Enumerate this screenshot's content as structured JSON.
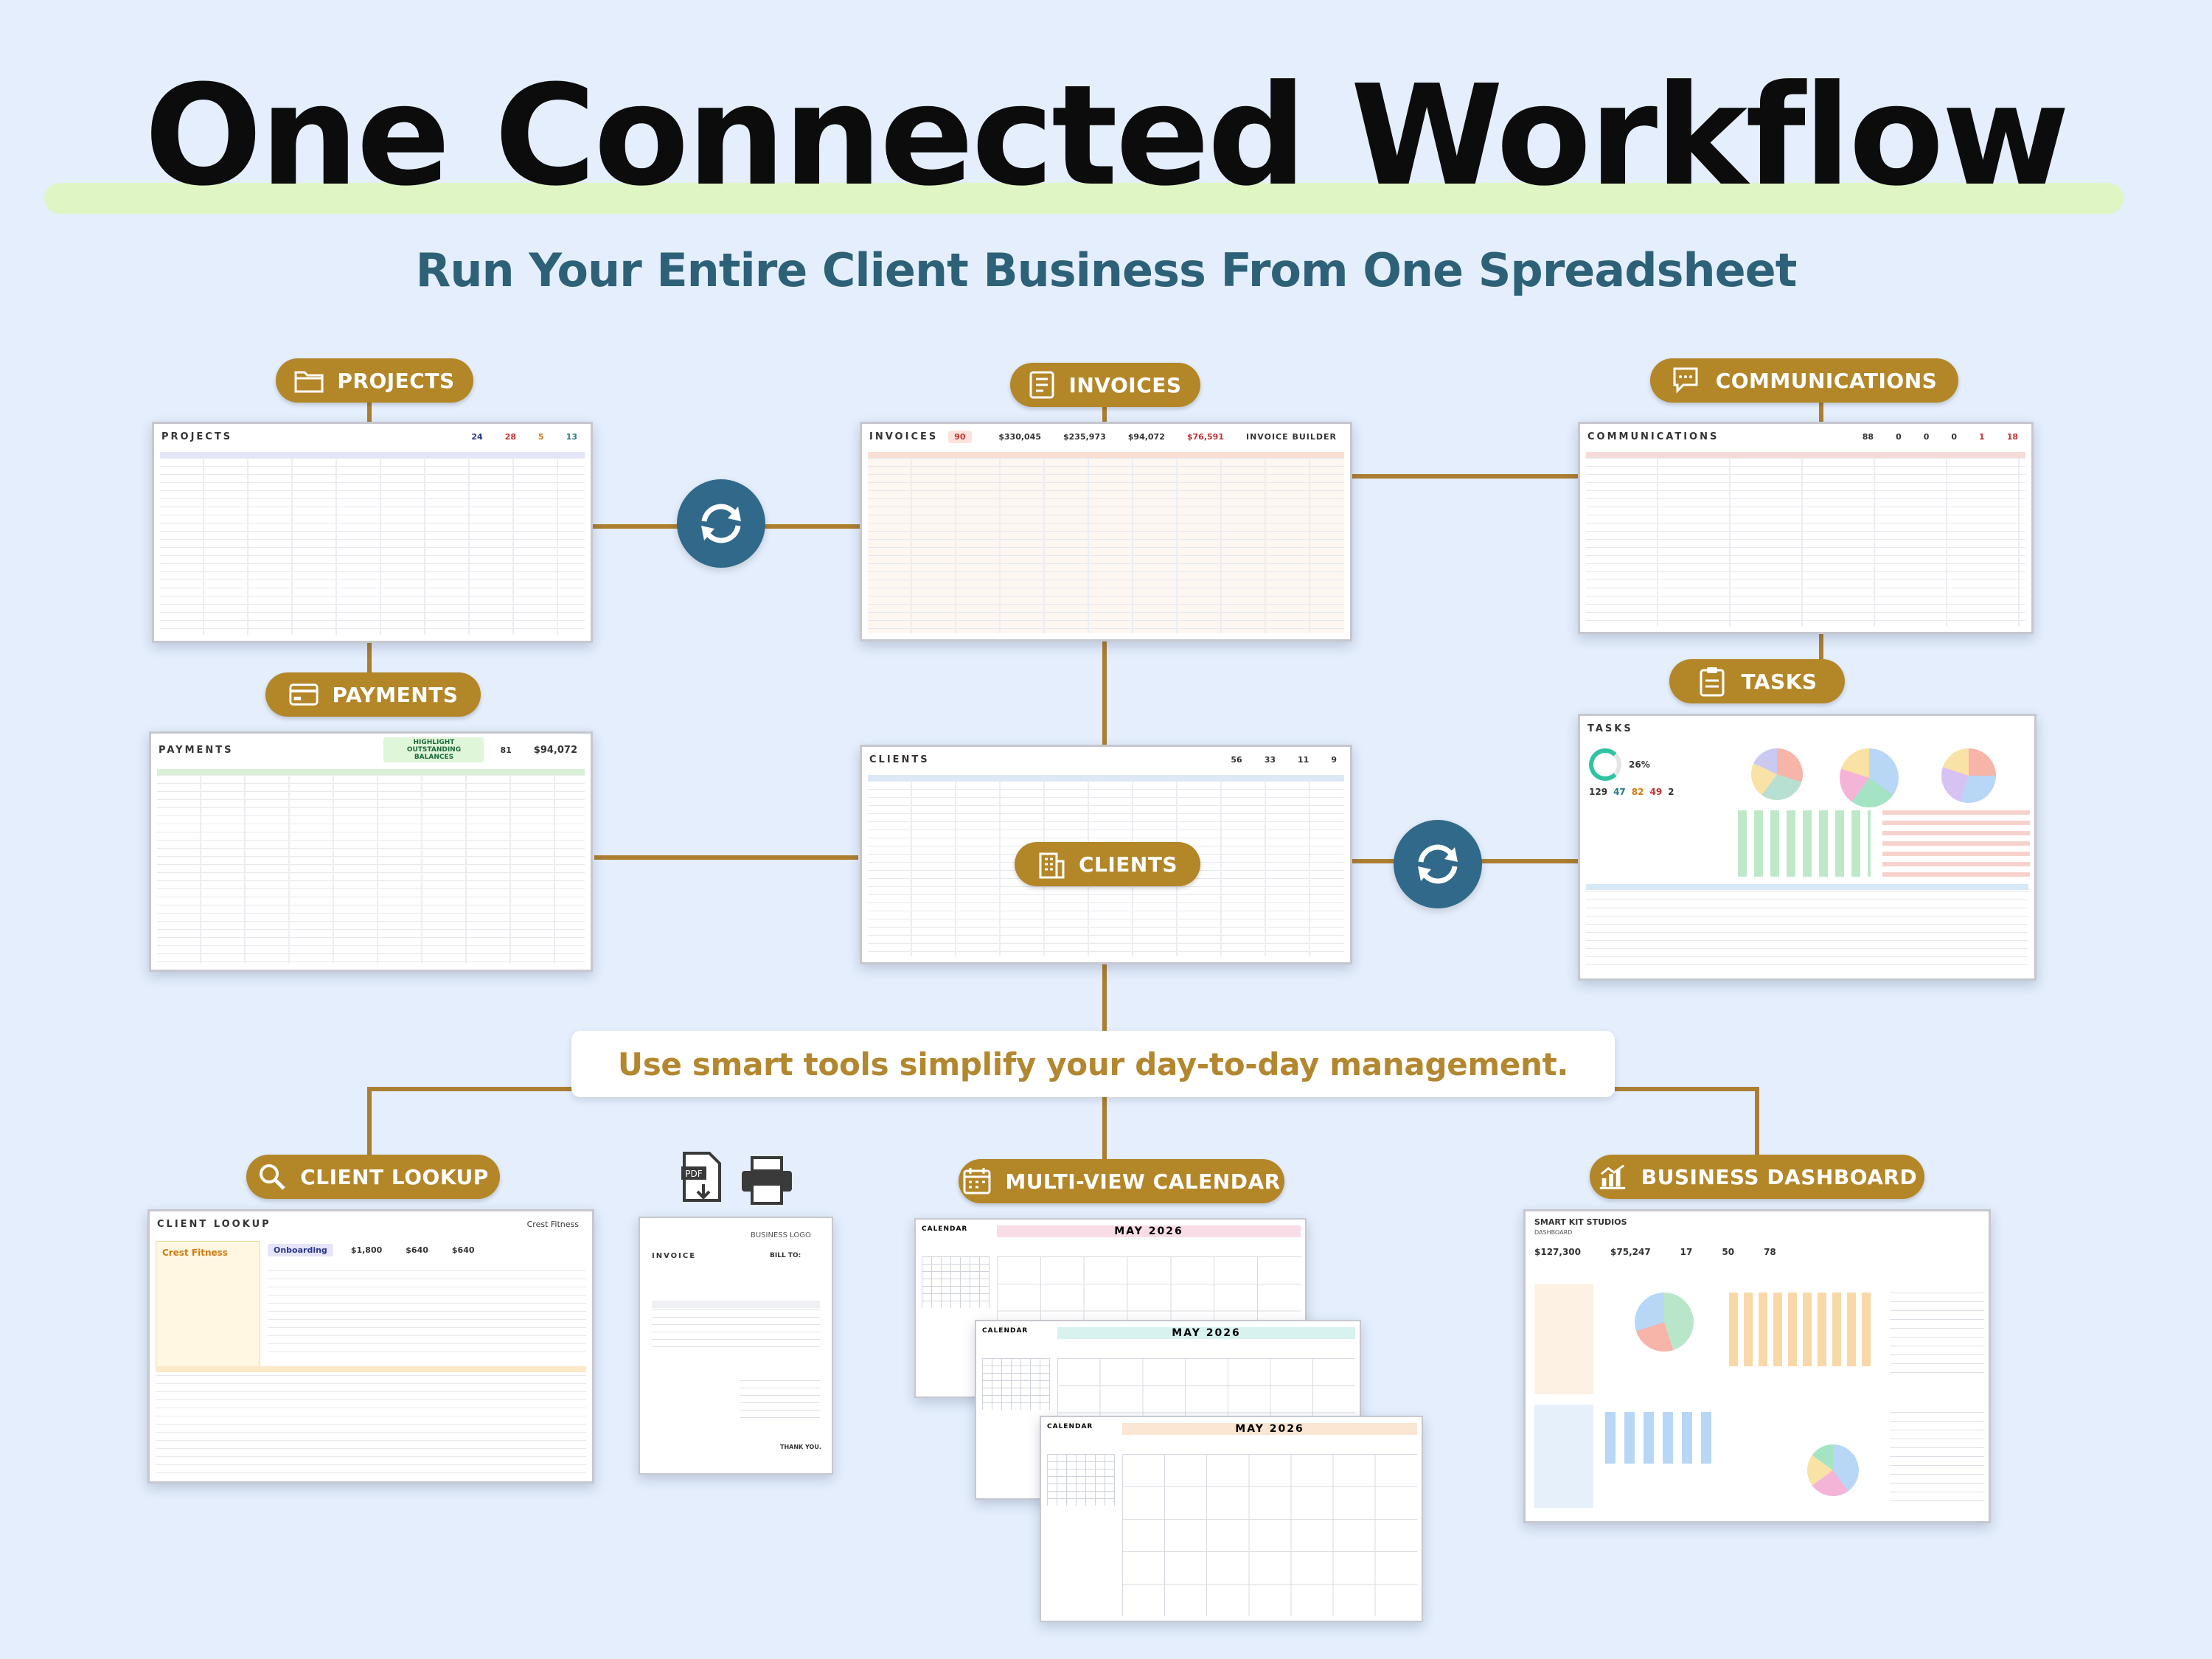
{
  "headline": "One Connected Workflow",
  "subheadline": "Run Your Entire Client Business From One Spreadsheet",
  "banner": "Use smart tools simplify your day-to-day management.",
  "colors": {
    "background": "#e4eefc",
    "pill": "#b38628",
    "connector": "#ac7e32",
    "sync": "#30698a",
    "subheadline": "#2d6178",
    "banner_text": "#b3872f",
    "highlight": "#dff6c4"
  },
  "modules": {
    "projects": {
      "label": "PROJECTS",
      "icon": "folder-icon",
      "sheet_title": "PROJECTS",
      "stats": [
        "24",
        "28",
        "5",
        "13"
      ]
    },
    "invoices": {
      "label": "INVOICES",
      "icon": "invoice-icon",
      "sheet_title": "INVOICES",
      "stats": [
        "90",
        "$330,045",
        "$235,973",
        "$94,072",
        "$76,591"
      ],
      "builder": "INVOICE BUILDER"
    },
    "communications": {
      "label": "COMMUNICATIONS",
      "icon": "chat-icon",
      "sheet_title": "COMMUNICATIONS",
      "stats": [
        "88",
        "0",
        "0",
        "0",
        "1",
        "18"
      ]
    },
    "payments": {
      "label": "PAYMENTS",
      "icon": "credit-card-icon",
      "sheet_title": "PAYMENTS",
      "highlight": "HIGHLIGHT OUTSTANDING BALANCES",
      "stats": [
        "81",
        "$94,072"
      ]
    },
    "clients": {
      "label": "CLIENTS",
      "icon": "building-icon",
      "sheet_title": "CLIENTS",
      "stats": [
        "56",
        "33",
        "11",
        "9"
      ]
    },
    "tasks": {
      "label": "TASKS",
      "icon": "clipboard-icon",
      "sheet_title": "TASKS",
      "progress": "26%",
      "stats": [
        "129",
        "47",
        "82",
        "49",
        "2"
      ]
    },
    "client_lookup": {
      "label": "CLIENT LOOKUP",
      "icon": "magnifier-icon",
      "sheet_title": "CLIENT LOOKUP",
      "client": "Crest Fitness",
      "stage": "Onboarding",
      "stats": [
        "$1,800",
        "$640",
        "$640"
      ]
    },
    "invoice_template": {
      "title": "INVOICE",
      "logo": "BUSINESS LOGO",
      "bill_to": "BILL TO:",
      "thank_you": "THANK YOU.",
      "icons": [
        "pdf-download-icon",
        "printer-icon"
      ]
    },
    "calendar": {
      "label": "MULTI-VIEW CALENDAR",
      "icon": "calendar-icon",
      "month": "MAY 2026",
      "sheet_title": "CALENDAR"
    },
    "dashboard": {
      "label": "BUSINESS DASHBOARD",
      "icon": "bar-chart-icon",
      "company": "SMART KIT STUDIOS",
      "sub": "DASHBOARD",
      "stats": [
        "$127,300",
        "$75,247",
        "17",
        "50",
        "78"
      ]
    }
  }
}
